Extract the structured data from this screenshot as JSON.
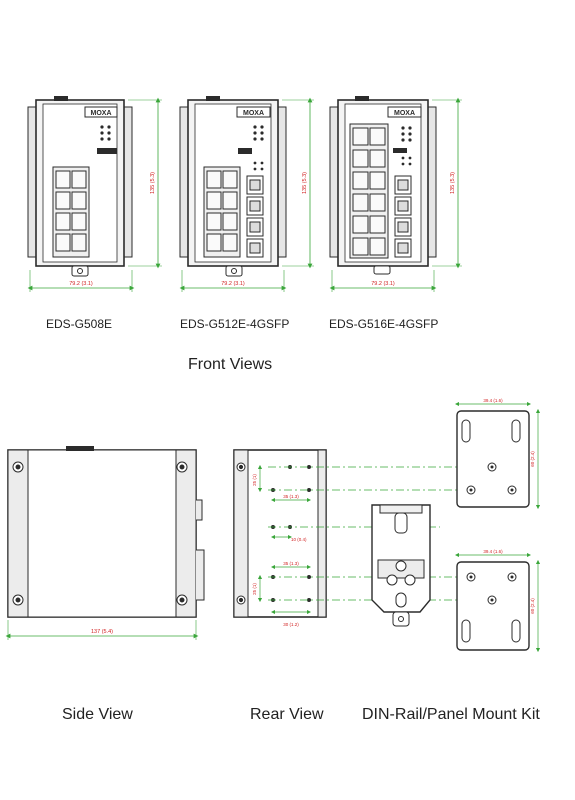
{
  "front": {
    "models": [
      {
        "name": "EDS-G508E",
        "logo": "MOXA",
        "width_dim": "79.2 (3.1)",
        "height_dim": "135 (5.3)"
      },
      {
        "name": "EDS-G512E-4GSFP",
        "logo": "MOXA",
        "width_dim": "79.2 (3.1)",
        "height_dim": "135 (5.3)"
      },
      {
        "name": "EDS-G516E-4GSFP",
        "logo": "MOXA",
        "width_dim": "79.2 (3.1)",
        "height_dim": "135 (5.3)"
      }
    ],
    "section_title": "Front Views"
  },
  "side": {
    "depth_dim": "137 (5.4)",
    "caption": "Side View"
  },
  "rear": {
    "dims": [
      "25 (1)",
      "35 (1.3)",
      "10 (0.4)",
      "35 (1.3)",
      "25 (1)",
      "30 (1.2)"
    ],
    "caption": "Rear View"
  },
  "kit": {
    "top_width_dim": "39.4 (1.6)",
    "top_height_dim": "60 (2.4)",
    "bottom_width_dim": "39.4 (1.6)",
    "bottom_height_dim": "60 (2.4)",
    "caption": "DIN-Rail/Panel Mount Kit"
  },
  "colors": {
    "outline": "#2b2b2b",
    "dimension": "#3aa63a",
    "dim_text": "#d11f1f",
    "panel": "#e6e6e6"
  }
}
